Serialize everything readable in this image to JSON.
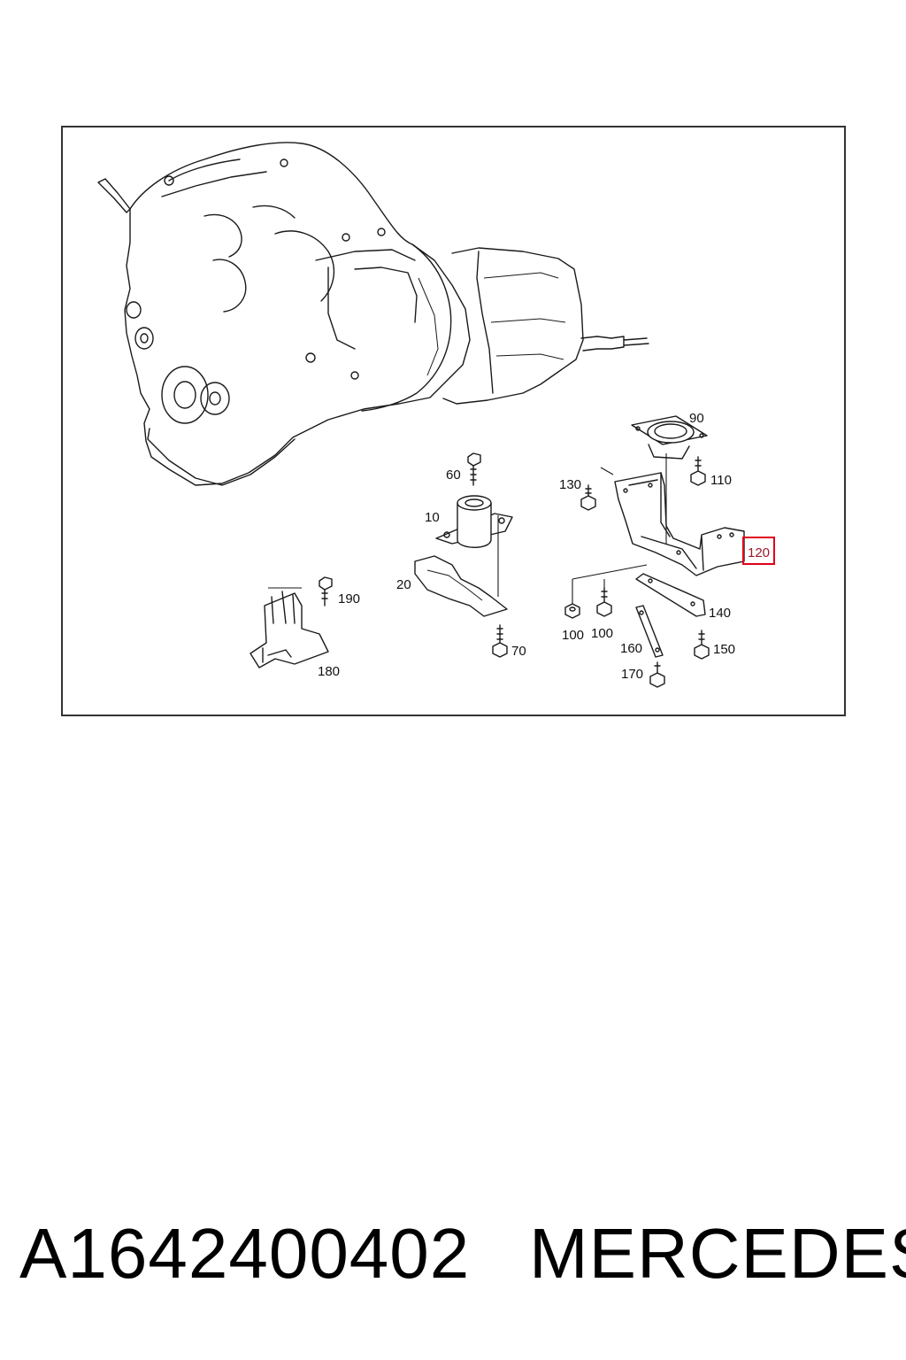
{
  "diagram": {
    "highlight_color": "#e0001b",
    "callouts": {
      "p10": "10",
      "p20": "20",
      "p60": "60",
      "p70": "70",
      "p90": "90",
      "p100a": "100",
      "p100b": "100",
      "p110": "110",
      "p120": "120",
      "p130": "130",
      "p140": "140",
      "p150": "150",
      "p160": "160",
      "p170": "170",
      "p180": "180",
      "p190": "190"
    },
    "highlighted_callout": "120"
  },
  "footer": {
    "part_number": "A1642400402",
    "brand": "MERCEDES"
  }
}
